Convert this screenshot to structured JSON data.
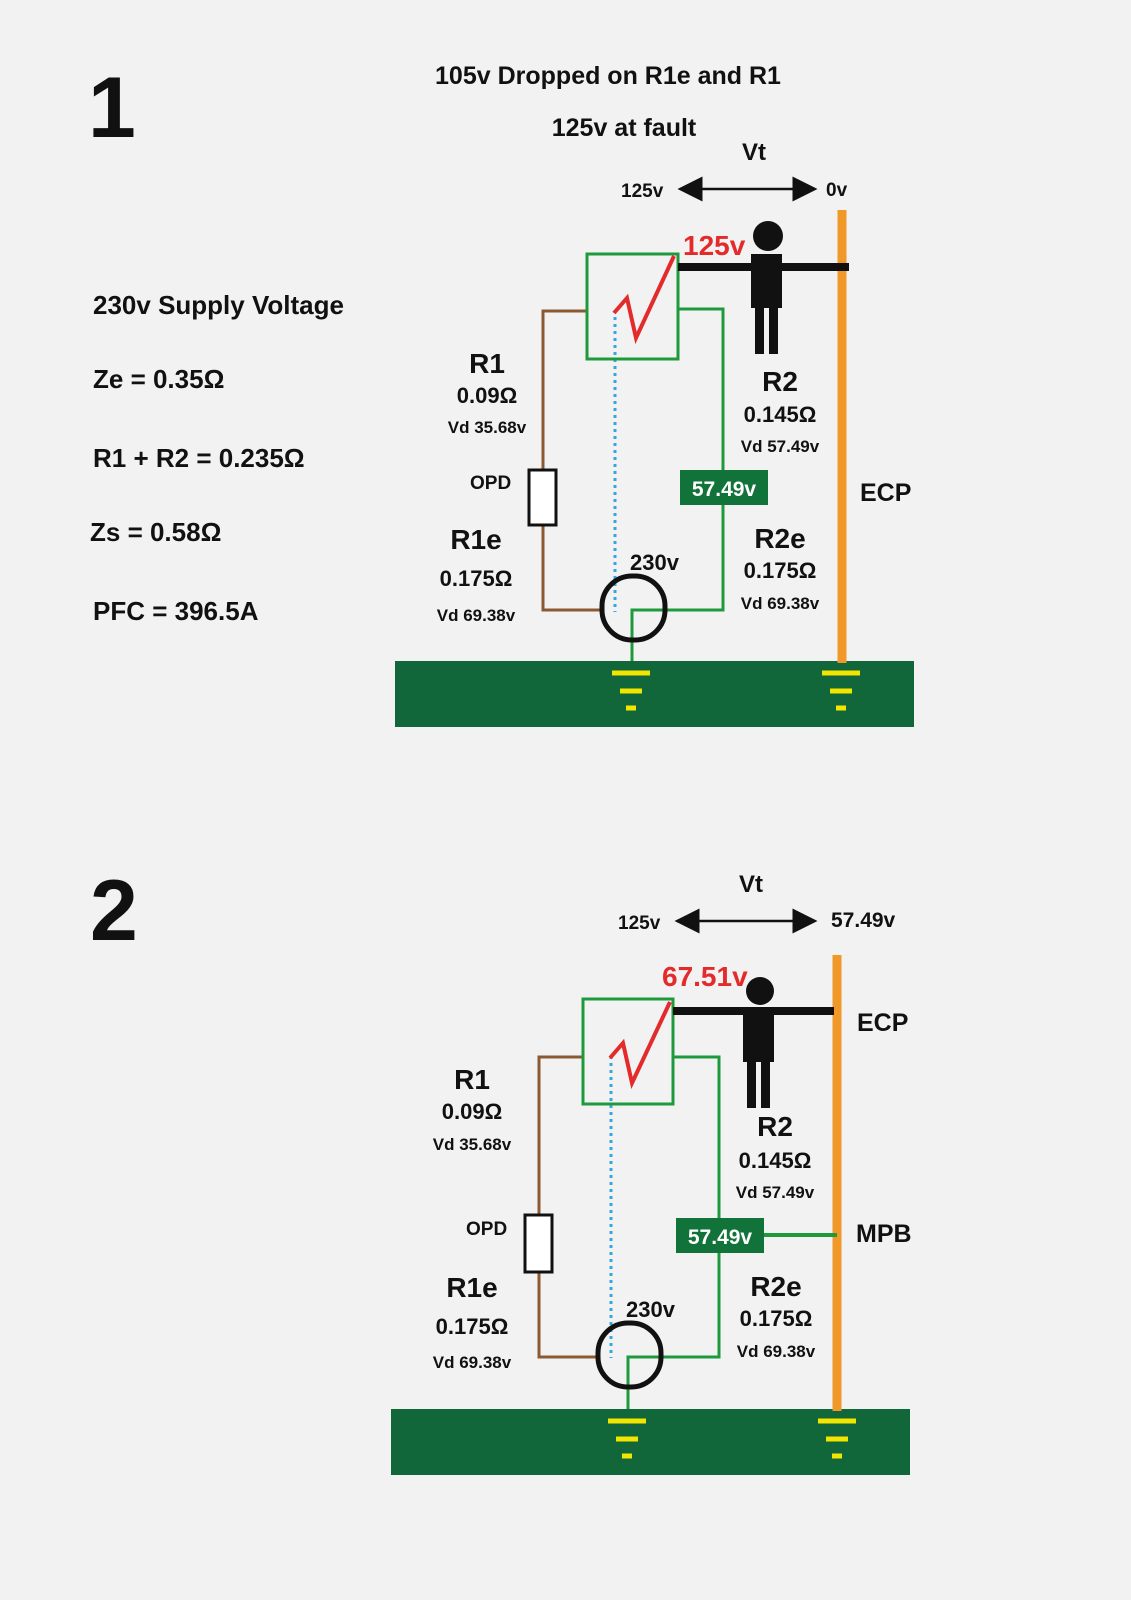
{
  "colors": {
    "background": "#f2f2f2",
    "ground_slab": "#12673a",
    "ground_symbol": "#f2e600",
    "earth_conductor": "#1e9a3c",
    "line_conductor": "#8b5a32",
    "ecp": "#f09828",
    "fault": "#e32b2b",
    "neutral_dotted": "#35a6e0",
    "label_box": "#12733a",
    "text": "#111111",
    "highlight_text": "#e32b2b"
  },
  "icons": [
    "person-icon",
    "fault-lightning-icon",
    "ground-symbol-icon",
    "resistor-icon",
    "transformer-coil-icon",
    "double-arrow-icon"
  ],
  "diagram1": {
    "number": "1",
    "heading1": "105v Dropped on R1e and R1",
    "heading2": "125v at fault",
    "vt_label": "Vt",
    "vt_left": "125v",
    "vt_right": "0v",
    "touch_voltage": "125v",
    "summary": {
      "supply": "230v Supply Voltage",
      "ze": "Ze = 0.35Ω",
      "r1r2": "R1 + R2 = 0.235Ω",
      "zs": "Zs = 0.58Ω",
      "pfc": "PFC = 396.5A"
    },
    "r1": {
      "name": "R1",
      "value": "0.09Ω",
      "vd": "Vd 35.68v"
    },
    "r2": {
      "name": "R2",
      "value": "0.145Ω",
      "vd": "Vd 57.49v"
    },
    "r1e": {
      "name": "R1e",
      "value": "0.175Ω",
      "vd": "Vd 69.38v"
    },
    "r2e": {
      "name": "R2e",
      "value": "0.175Ω",
      "vd": "Vd 69.38v"
    },
    "opd": "OPD",
    "source_voltage": "230v",
    "box_voltage": "57.49v",
    "ecp": "ECP"
  },
  "diagram2": {
    "number": "2",
    "vt_label": "Vt",
    "vt_left": "125v",
    "vt_right": "57.49v",
    "touch_voltage": "67.51v",
    "r1": {
      "name": "R1",
      "value": "0.09Ω",
      "vd": "Vd 35.68v"
    },
    "r2": {
      "name": "R2",
      "value": "0.145Ω",
      "vd": "Vd 57.49v"
    },
    "r1e": {
      "name": "R1e",
      "value": "0.175Ω",
      "vd": "Vd 69.38v"
    },
    "r2e": {
      "name": "R2e",
      "value": "0.175Ω",
      "vd": "Vd 69.38v"
    },
    "opd": "OPD",
    "source_voltage": "230v",
    "box_voltage": "57.49v",
    "ecp": "ECP",
    "mpb": "MPB"
  }
}
